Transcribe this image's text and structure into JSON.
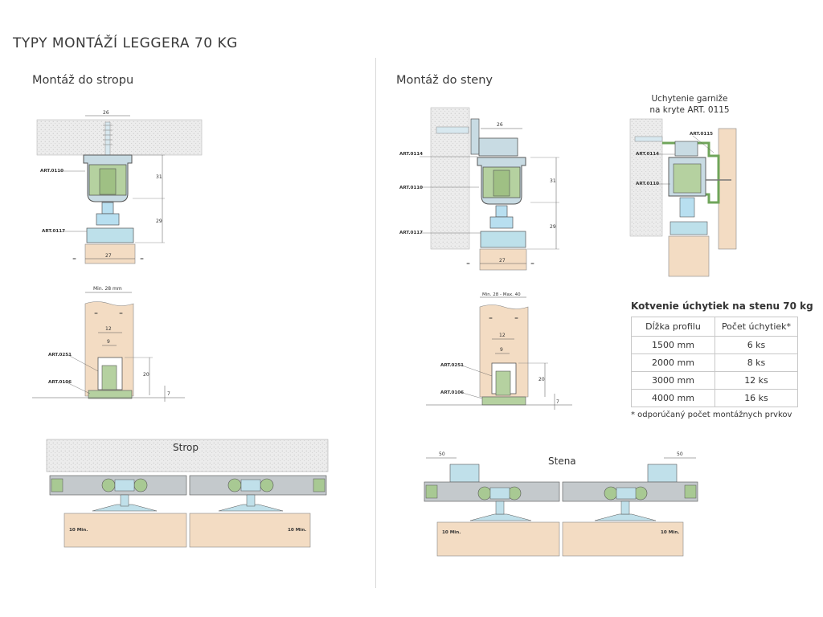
{
  "page": {
    "title": "TYPY MONTÁŽÍ LEGGERA 70 KG"
  },
  "ceiling": {
    "heading": "Montáž do stropu",
    "labels": {
      "art0110": "ART.0110",
      "art0117": "ART.0117",
      "art0251": "ART.0251",
      "art0106": "ART.0106"
    },
    "dims": {
      "d26": "26",
      "d31": "31",
      "d29": "29",
      "d27": "27",
      "eq": "=",
      "min28": "Min. 28 mm",
      "d12": "12",
      "d9": "9",
      "d20": "20",
      "d7": "7"
    },
    "panel": {
      "label": "Strop",
      "min_left": "10 Min.",
      "min_right": "10 Min."
    }
  },
  "wall": {
    "heading": "Montáž do steny",
    "labels": {
      "art0114": "ART.0114",
      "art0110": "ART.0110",
      "art0117": "ART.0117",
      "art0251": "ART.0251",
      "art0106": "ART.0106"
    },
    "dims": {
      "d26": "26",
      "d31": "31",
      "d29": "29",
      "d27": "27",
      "eq": "=",
      "min28max40": "Min. 28 - Max. 40",
      "d12": "12",
      "d9": "9",
      "d20": "20",
      "d7": "7"
    },
    "panel": {
      "label": "Stena",
      "d50_left": "50",
      "d50_right": "50",
      "min_left": "10 Min.",
      "min_right": "10 Min."
    }
  },
  "cover": {
    "caption_line1": "Uchytenie garniže",
    "caption_line2": "na kryte ART. 0115",
    "labels": {
      "art0115": "ART.0115",
      "art0114": "ART.0114",
      "art0110": "ART.0110"
    }
  },
  "anchoring": {
    "title": "Kotvenie úchytiek na stenu 70 kg",
    "headers": [
      "Dĺžka profilu",
      "Počet úchytiek*"
    ],
    "rows": [
      [
        "1500 mm",
        "6 ks"
      ],
      [
        "2000 mm",
        "8 ks"
      ],
      [
        "3000 mm",
        "12 ks"
      ],
      [
        "4000 mm",
        "16 ks"
      ]
    ],
    "footnote": "* odporúčaný počet montážnych prvkov"
  }
}
